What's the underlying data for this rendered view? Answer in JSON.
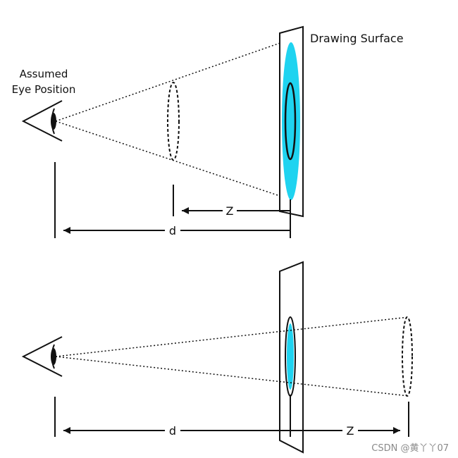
{
  "labels": {
    "drawing_surface": "Drawing Surface",
    "eye_line1": "Assumed",
    "eye_line2": "Eye Position",
    "top_z": "Z",
    "top_d": "d",
    "bottom_d": "d",
    "bottom_z": "Z"
  },
  "watermark": "CSDN @黄丫丫07",
  "colors": {
    "projection_fill": "#1fd3f0",
    "stroke": "#111111"
  },
  "icons": [
    "eye-icon"
  ]
}
